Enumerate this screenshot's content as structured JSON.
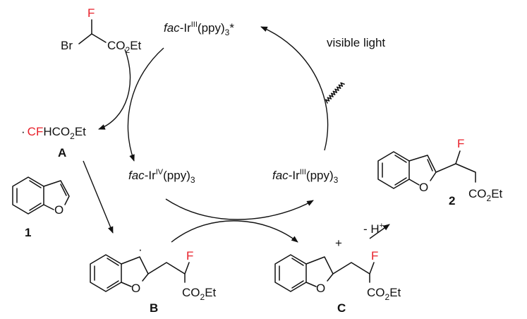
{
  "colors": {
    "ink": "#111111",
    "fluorine": "#e8202a",
    "background": "#ffffff"
  },
  "reagent": {
    "f": "F",
    "br": "Br",
    "ester_co": "CO",
    "ester_sub": "2",
    "ester_et": "Et"
  },
  "radical_a": {
    "dot": "·",
    "cf": "CF",
    "rest": "HCO",
    "sub": "2",
    "et": "Et",
    "label": "A"
  },
  "compound_1": {
    "label": "1",
    "o": "O"
  },
  "intermediate_b": {
    "label": "B",
    "dot": "·",
    "o": "O",
    "f": "F",
    "co": "CO",
    "sub": "2",
    "et": "Et"
  },
  "intermediate_c": {
    "label": "C",
    "plus": "+",
    "o": "O",
    "f": "F",
    "co": "CO",
    "sub": "2",
    "et": "Et"
  },
  "product_2": {
    "label": "2",
    "o": "O",
    "f": "F",
    "co": "CO",
    "sub": "2",
    "et": "Et"
  },
  "deprotonation": {
    "minus": "- H",
    "plus": "+"
  },
  "catalyst_excited": {
    "fac": "fac",
    "ir": "-Ir",
    "ox": "III",
    "lig": "(ppy)",
    "sub": "3",
    "star": "*"
  },
  "catalyst_ir4": {
    "fac": "fac",
    "ir": "-Ir",
    "ox": "IV",
    "lig": "(ppy)",
    "sub": "3"
  },
  "catalyst_ground": {
    "fac": "fac",
    "ir": "-Ir",
    "ox": "III",
    "lig": "(ppy)",
    "sub": "3"
  },
  "light": {
    "label": "visible light"
  }
}
